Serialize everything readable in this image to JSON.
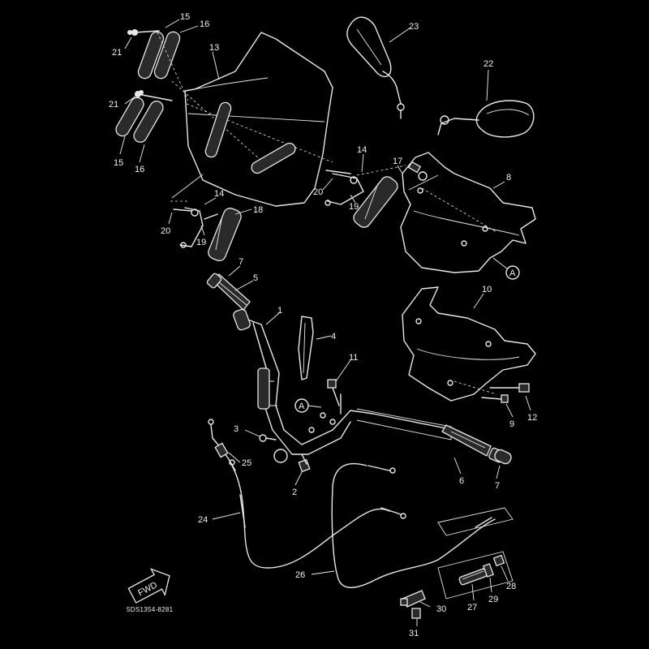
{
  "diagram": {
    "background": "#000000",
    "line_color": "#e8e8e8",
    "part_labels": [
      "1",
      "2",
      "3",
      "4",
      "5",
      "6",
      "7",
      "7",
      "8",
      "10",
      "11",
      "12",
      "13",
      "14",
      "14",
      "15",
      "15",
      "16",
      "16",
      "17",
      "18",
      "19",
      "19",
      "20",
      "20",
      "21",
      "21",
      "22",
      "23",
      "24",
      "25",
      "26",
      "27",
      "28",
      "29",
      "30",
      "31",
      "9"
    ],
    "callouts": [
      "A",
      "A"
    ],
    "fwd_arrow": "FWD",
    "drawing_code": "5DS1354-8281"
  }
}
